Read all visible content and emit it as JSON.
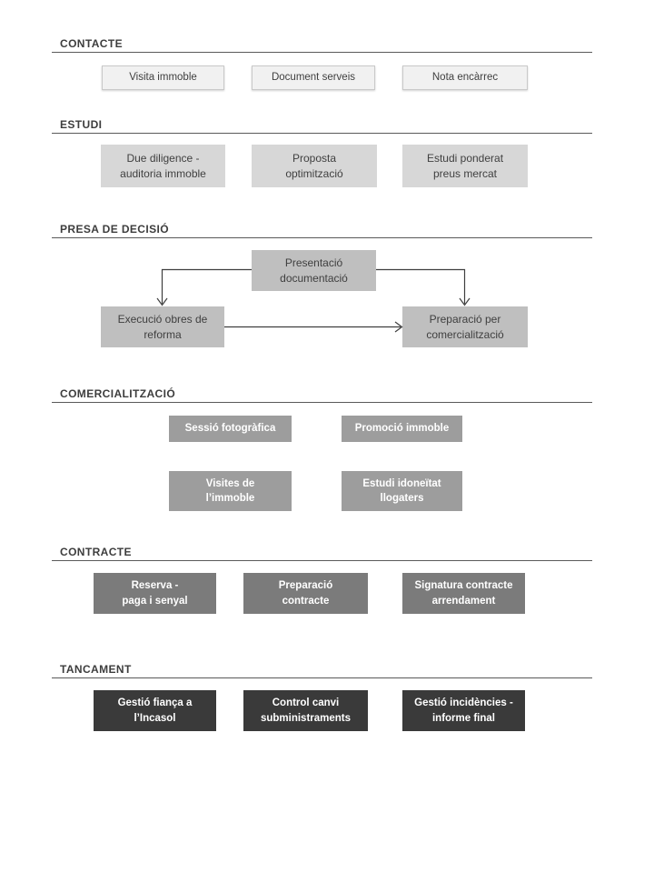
{
  "colors": {
    "tier1_fill": "#f1f1f1",
    "tier1_border": "#c9c9c9",
    "tier2_fill": "#d7d7d7",
    "tier3_fill": "#bfbfbf",
    "tier4_fill": "#9d9d9d",
    "tier5_fill": "#7b7b7b",
    "tier6_fill": "#3a3a3a",
    "text_dark": "#404040",
    "text_light": "#ffffff",
    "rule_line": "#5a5a5a",
    "connector_line": "#3f3f3f"
  },
  "sections": [
    {
      "id": "contacte",
      "title": "CONTACTE",
      "boxes": [
        {
          "label": "Visita immoble"
        },
        {
          "label": "Document serveis"
        },
        {
          "label": "Nota encàrrec"
        }
      ]
    },
    {
      "id": "estudi",
      "title": "ESTUDI",
      "boxes": [
        {
          "label": "Due diligence -\nauditoria immoble"
        },
        {
          "label": "Proposta\noptimització"
        },
        {
          "label": "Estudi ponderat\npreus mercat"
        }
      ]
    },
    {
      "id": "presa-de-decisio",
      "title": "PRESA DE DECISIÓ",
      "boxes": [
        {
          "label": "Presentació\ndocumentació"
        },
        {
          "label": "Execució obres de\nreforma"
        },
        {
          "label": "Preparació per\ncomercialització"
        }
      ],
      "flow": [
        "Presentació documentació → Execució obres de reforma",
        "Presentació documentació → Preparació per comercialització",
        "Execució obres de reforma → Preparació per comercialització"
      ]
    },
    {
      "id": "comercialitzacio",
      "title": "COMERCIALITZACIÓ",
      "boxes": [
        {
          "label": "Sessió fotogràfica"
        },
        {
          "label": "Promoció immoble"
        },
        {
          "label": "Visites de\nl’immoble"
        },
        {
          "label": "Estudi idoneïtat\nllogaters"
        }
      ]
    },
    {
      "id": "contracte",
      "title": "CONTRACTE",
      "boxes": [
        {
          "label": "Reserva -\npaga i senyal"
        },
        {
          "label": "Preparació\ncontracte"
        },
        {
          "label": "Signatura contracte\narrendament"
        }
      ]
    },
    {
      "id": "tancament",
      "title": "TANCAMENT",
      "boxes": [
        {
          "label": "Gestió fiança a\nl’Incasol"
        },
        {
          "label": "Control canvi\nsubministraments"
        },
        {
          "label": "Gestió incidències -\ninforme final"
        }
      ]
    }
  ]
}
